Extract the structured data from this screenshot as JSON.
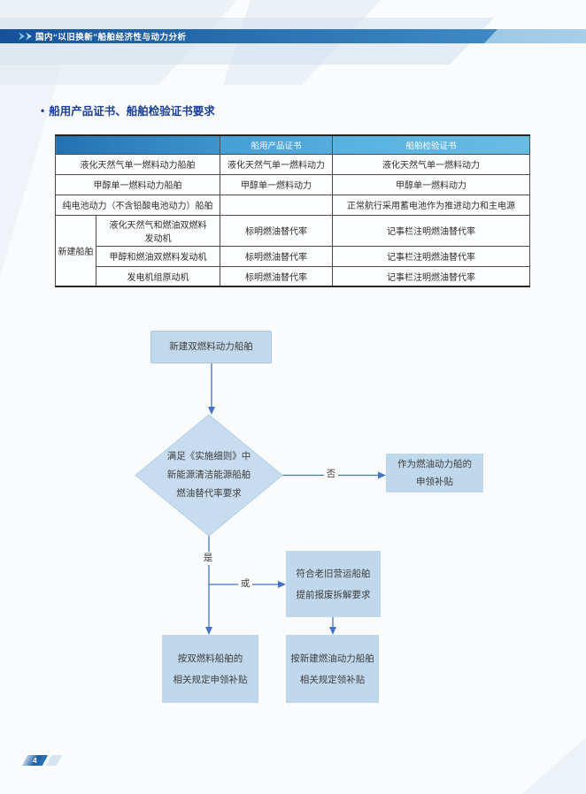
{
  "header": {
    "title": "国内“以旧换新”船舶经济性与动力分析"
  },
  "section": {
    "bullet": "•",
    "title": "船用产品证书、船舶检验证书要求"
  },
  "table": {
    "headers": {
      "product": "船用产品证书",
      "inspection": "船舶检验证书"
    },
    "rows": {
      "r1": {
        "name": "液化天然气单一燃料动力船舶",
        "product": "液化天然气单一燃料动力",
        "inspection": "液化天然气单一燃料动力"
      },
      "r2": {
        "name": "甲醇单一燃料动力船舶",
        "product": "甲醇单一燃料动力",
        "inspection": "甲醇单一燃料动力"
      },
      "r3": {
        "name": "纯电池动力（不含铅酸电池动力）船舶",
        "product": "",
        "inspection": "正常航行采用蓄电池作为推进动力和主电源"
      },
      "group": {
        "name": "新建船舶"
      },
      "r4": {
        "name": "液化天然气和燃油双燃料\n发动机",
        "product": "标明燃油替代率",
        "inspection": "记事栏注明燃油替代率"
      },
      "r5": {
        "name": "甲醇和燃油双燃料发动机",
        "product": "标明燃油替代率",
        "inspection": "记事栏注明燃油替代率"
      },
      "r6": {
        "name": "发电机组原动机",
        "product": "标明燃油替代率",
        "inspection": "记事栏注明燃油替代率"
      }
    }
  },
  "flowchart": {
    "start": "新建双燃料动力船舶",
    "decision": "满足《实施细则》中\n新能源清洁能源船舶\n燃油替代率要求",
    "label_no": "否",
    "label_yes": "是",
    "label_or": "或",
    "box_no": "作为燃油动力船的\n申领补贴",
    "box_or": "符合老旧营运船舶\n提前报废拆解要求",
    "box_yes": "按双燃料船舶的\n相关规定申领补贴",
    "box_fuel": "按新建燃油动力船舶\n相关规定领补贴"
  },
  "footer": {
    "page_number": "4"
  },
  "colors": {
    "bar_dark_blue": "#16519a",
    "bar_light_blue": "#7fb5da",
    "table_header_left": "#2272b4",
    "table_header_right": "#68bce4",
    "flow_box_fill": "#c0d8ec",
    "flow_arrow": "#4472c4",
    "heading_blue": "#1a3f96"
  }
}
